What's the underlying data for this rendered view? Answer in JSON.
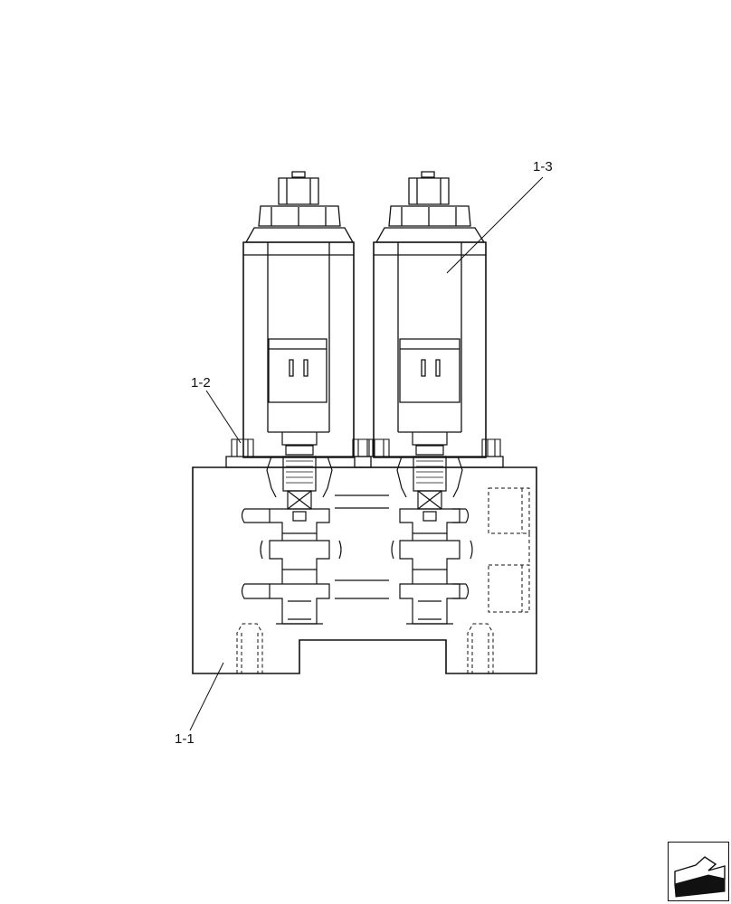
{
  "callouts": {
    "body": "1-1",
    "screw": "1-2",
    "solenoid": "1-3"
  },
  "icons": {
    "navigation": "next-page-arrow-icon"
  }
}
